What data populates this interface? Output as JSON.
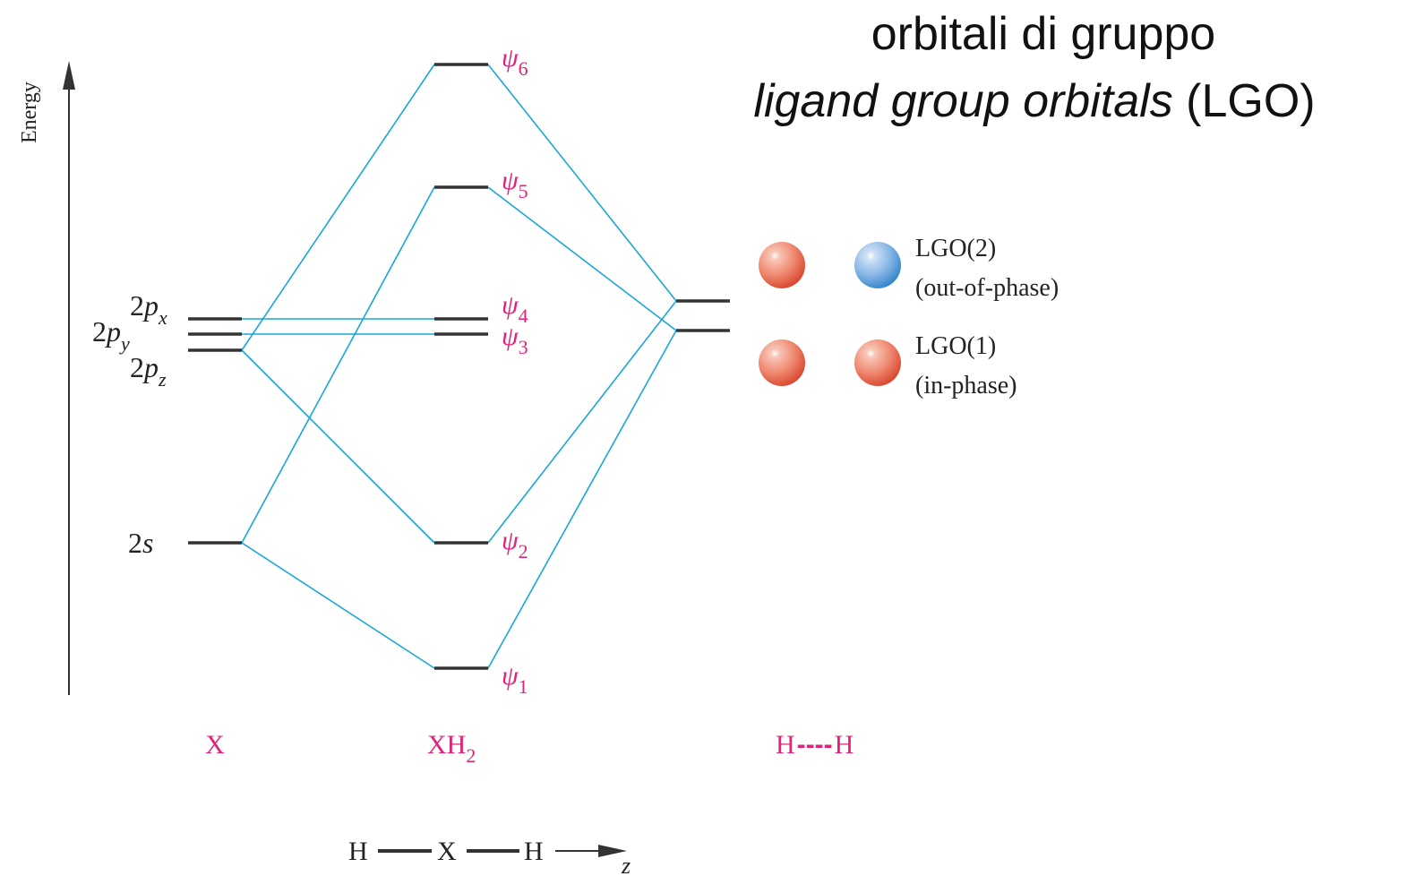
{
  "title": {
    "line1": "orbitali di gruppo",
    "line2_italic": "ligand group orbitals",
    "line2_rest": " (LGO)"
  },
  "axis": {
    "label": "Energy"
  },
  "x_orbitals": {
    "px": {
      "base": "2",
      "var": "p",
      "sub": "x"
    },
    "py": {
      "base": "2",
      "var": "p",
      "sub": "y"
    },
    "pz": {
      "base": "2",
      "var": "p",
      "sub": "z"
    },
    "s": {
      "base": "2",
      "var": "s"
    }
  },
  "mo_labels": [
    {
      "sym": "ψ",
      "sub": "6"
    },
    {
      "sym": "ψ",
      "sub": "5"
    },
    {
      "sym": "ψ",
      "sub": "4"
    },
    {
      "sym": "ψ",
      "sub": "3"
    },
    {
      "sym": "ψ",
      "sub": "2"
    },
    {
      "sym": "ψ",
      "sub": "1"
    }
  ],
  "lgo": [
    {
      "name": "LGO(2)",
      "phase": "(out-of-phase)",
      "colors": [
        "#e85a45",
        "#3b8fd6"
      ]
    },
    {
      "name": "LGO(1)",
      "phase": "(in-phase)",
      "colors": [
        "#e85a45",
        "#e85a45"
      ]
    }
  ],
  "columns": {
    "x": "X",
    "xh2_base": "XH",
    "xh2_sub": "2",
    "hh_left": "H",
    "hh_dashes": "----",
    "hh_right": "H"
  },
  "molecule": {
    "h1": "H",
    "x": "X",
    "h2": "H",
    "axis": "z"
  },
  "colors": {
    "correlation": "#1aa6d8",
    "label": "#e0237b",
    "level": "#333333"
  }
}
